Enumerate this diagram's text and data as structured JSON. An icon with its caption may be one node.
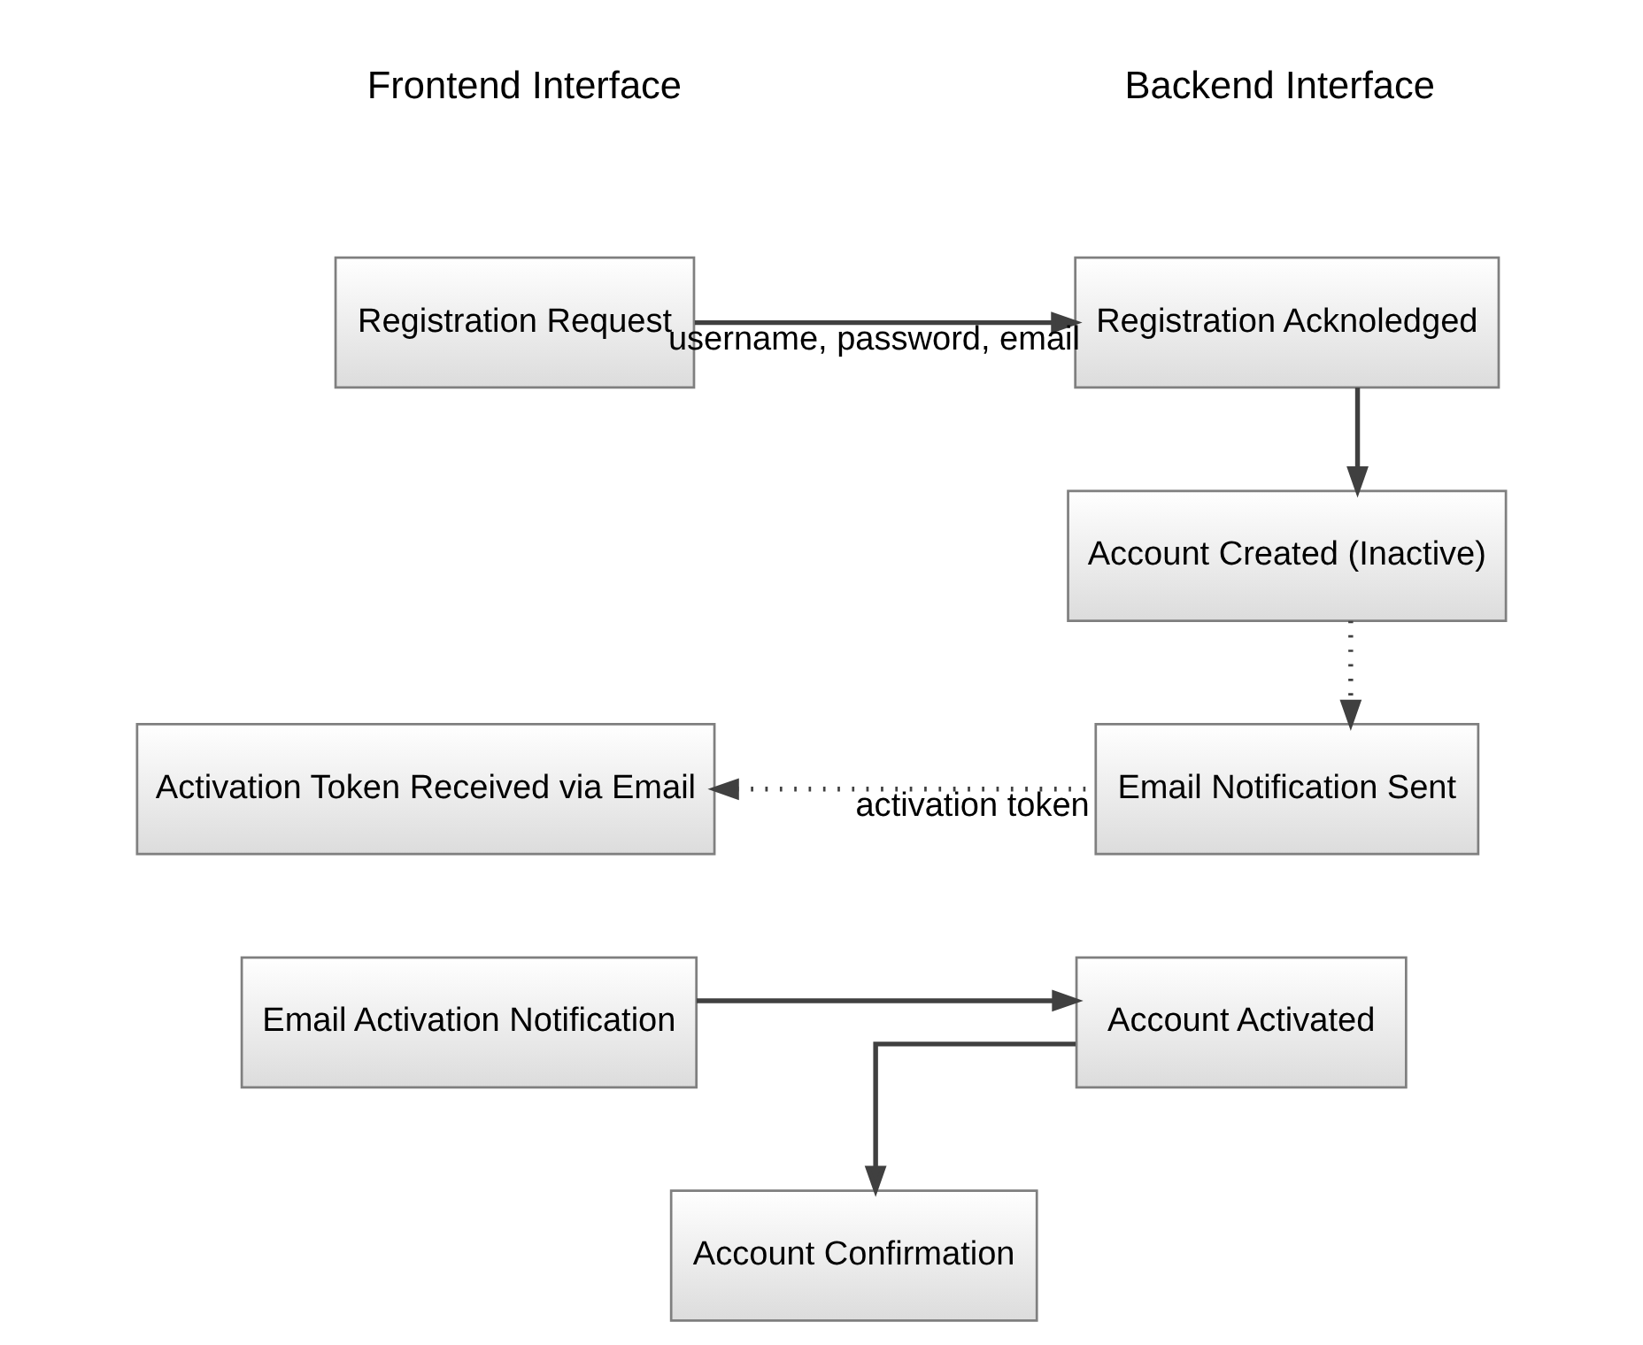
{
  "diagram": {
    "nodes": [
      {
        "text": [
          "Registration Request"
        ]
      },
      {
        "text": [
          "Registration Acknoledged"
        ]
      },
      {
        "text": [
          "Account Created (Inactive)"
        ]
      },
      {
        "text": [
          "Email Notification Sent"
        ]
      },
      {
        "text": [
          "Activation Token Received via Email"
        ]
      },
      {
        "text": [
          "Email Activation Notification"
        ]
      },
      {
        "text": [
          "Account Activated"
        ]
      },
      {
        "text": [
          "Account Confirmation"
        ]
      }
    ],
    "edges": [
      {
        "from": 0,
        "to": 1,
        "arrow": "to",
        "label": "username, password, email"
      },
      {
        "from": 1,
        "to": 2,
        "arrow": "to"
      },
      {
        "from": 2,
        "to": 3,
        "arrow": "to",
        "style": "dashed"
      },
      {
        "from": 3,
        "to": 4,
        "arrow": "to",
        "style": "dashed",
        "label": "activation token"
      },
      {
        "from": 5,
        "to": 6,
        "arrow": "to"
      },
      {
        "from": 6,
        "to": 7,
        "arrow": "to"
      }
    ],
    "labels": [
      "Frontend Interface",
      "Backend Interface"
    ]
  }
}
